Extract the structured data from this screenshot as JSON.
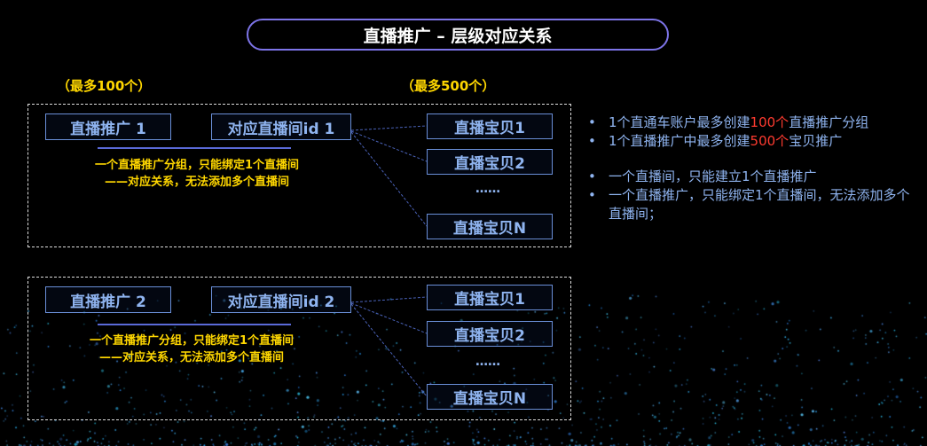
{
  "title": "直播推广 – 层级对应关系",
  "limits": {
    "left": "（最多100个）",
    "right": "（最多500个）"
  },
  "groups": [
    {
      "promo": "直播推广 1",
      "room": "对应直播间id 1",
      "note_line1": "一个直播推广分组，只能绑定1个直播间",
      "note_line2": "——对应关系，无法添加多个直播间",
      "items": [
        "直播宝贝1",
        "直播宝贝2",
        "直播宝贝N"
      ],
      "ellipsis": "……"
    },
    {
      "promo": "直播推广 2",
      "room": "对应直播间id 2",
      "note_line1": "一个直播推广分组，只能绑定1个直播间",
      "note_line2": "——对应关系，无法添加多个直播间",
      "items": [
        "直播宝贝1",
        "直播宝贝2",
        "直播宝贝N"
      ],
      "ellipsis": "……"
    }
  ],
  "bullets": {
    "b1_pre": "1个直通车账户最多创建",
    "b1_hl": "100个",
    "b1_post": "直播推广分组",
    "b2_pre": "1个直播推广中最多创建",
    "b2_hl": "500个",
    "b2_post": "宝贝推广",
    "b3": "一个直播间，只能建立1个直播推广",
    "b4": "一个直播推广，只能绑定1个直播间，无法添加多个直播间；"
  },
  "colors": {
    "background": "#000000",
    "title_border": "#7d74e8",
    "box_border": "#6a8fd8",
    "box_text": "#8fb4f0",
    "note_text": "#ffd700",
    "highlight": "#ff3b30"
  }
}
